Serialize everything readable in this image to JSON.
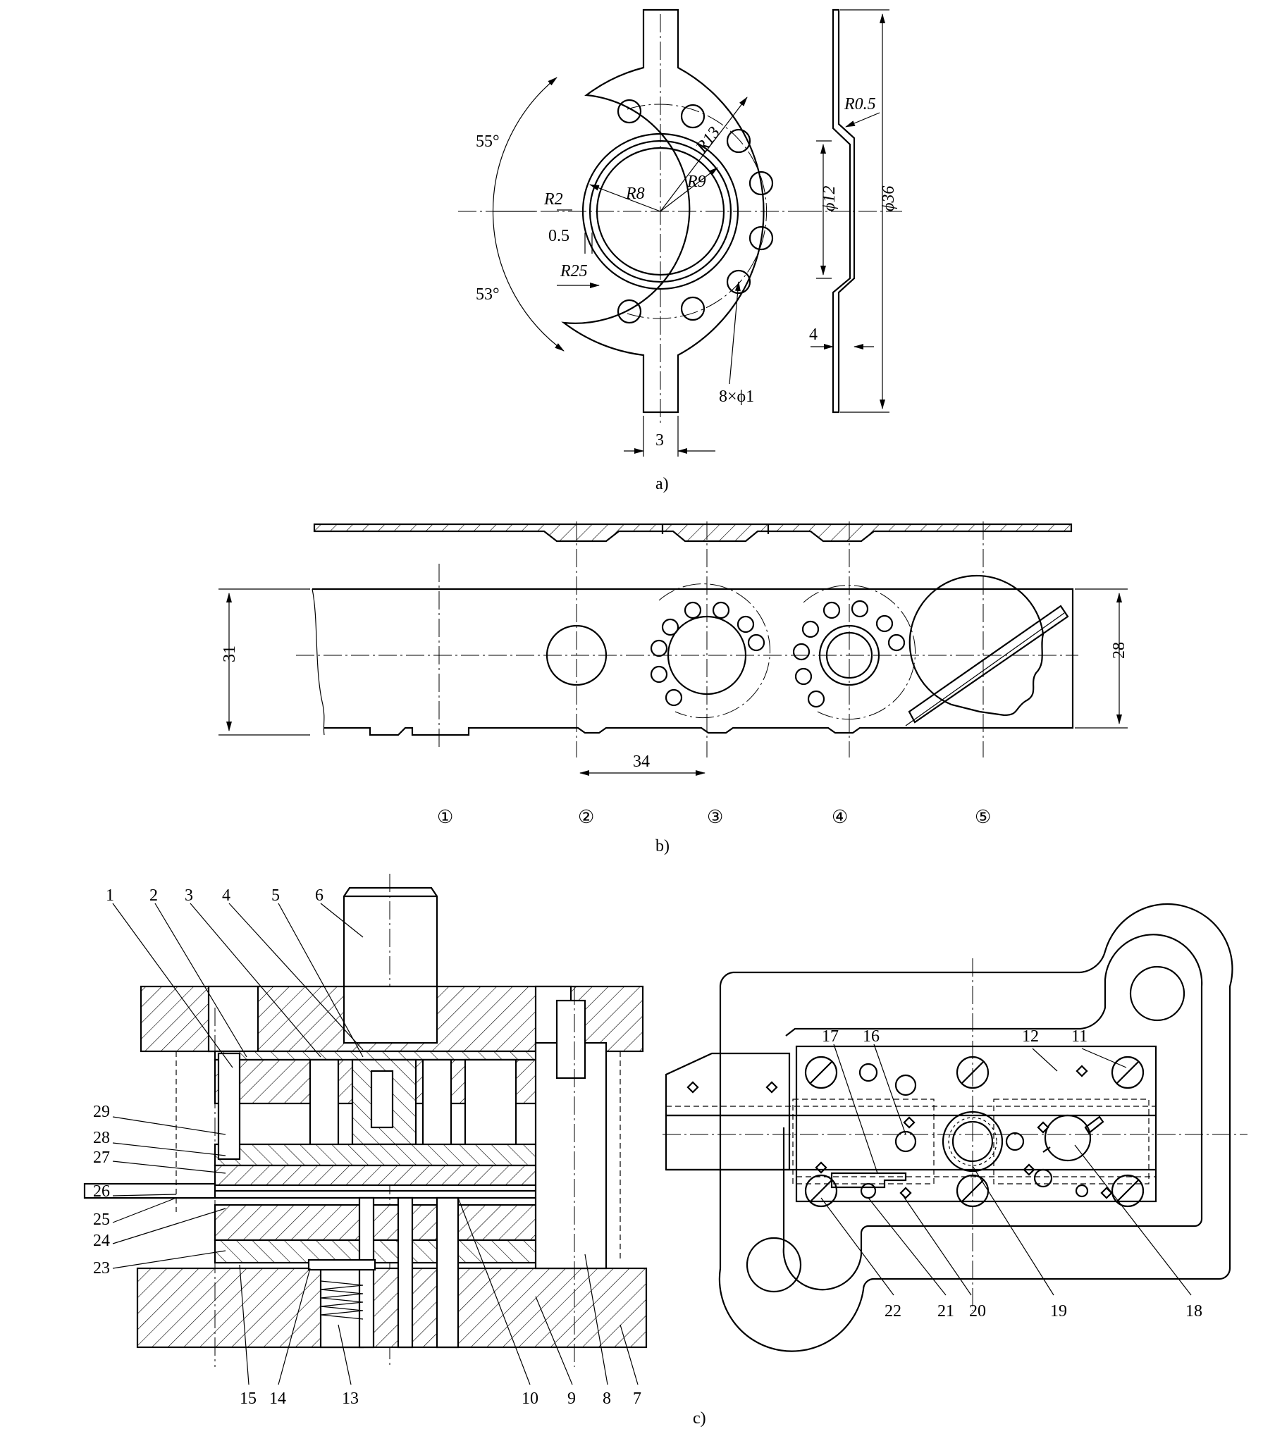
{
  "part_a": {
    "caption": "a)",
    "dims": {
      "angle_top": "55°",
      "angle_bottom": "53°",
      "r2": "R2",
      "r8": "R8",
      "r9": "R9",
      "r13": "R13",
      "r25": "R25",
      "gap": "0.5",
      "holes": "8×ϕ1",
      "width": "3",
      "r05": "R0.5",
      "d12": "ϕ12",
      "d36": "ϕ36",
      "depth": "4"
    }
  },
  "part_b": {
    "caption": "b)",
    "dims": {
      "width31": "31",
      "width28": "28",
      "pitch": "34"
    },
    "stations": [
      "①",
      "②",
      "③",
      "④",
      "⑤"
    ]
  },
  "part_c": {
    "caption": "c)",
    "labels_left_top": [
      "1",
      "2",
      "3",
      "4",
      "5",
      "6"
    ],
    "labels_left_side": [
      "29",
      "28",
      "27",
      "26",
      "25",
      "24",
      "23"
    ],
    "labels_left_bottom": [
      "15",
      "14",
      "13",
      "10",
      "9",
      "8",
      "7"
    ],
    "labels_right_top": [
      "17",
      "16",
      "12",
      "11"
    ],
    "labels_right_bottom": [
      "22",
      "21",
      "20",
      "19",
      "18"
    ]
  }
}
